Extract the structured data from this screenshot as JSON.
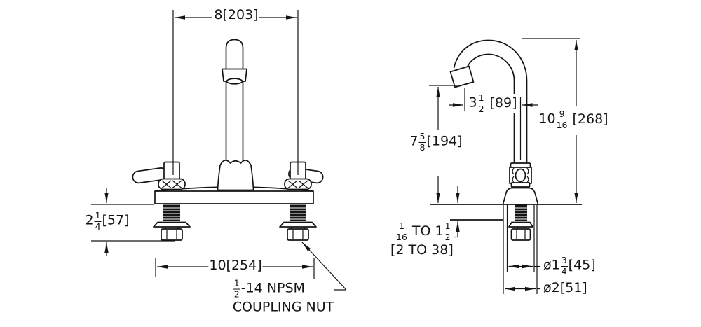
{
  "meta": {
    "type": "technical-dimension-drawing",
    "subject": "deck-mount faucet front view and gooseneck spout side view",
    "colors": {
      "line": "#141414",
      "background": "#ffffff"
    }
  },
  "labels": {
    "spout_spread": {
      "text": "8[203]"
    },
    "deck_span": {
      "text": "10[254]"
    },
    "shank_height": {
      "whole": "2",
      "num": "1",
      "den": "4",
      "metric": "[57]"
    },
    "coupling_nut": {
      "num": "1",
      "den": "2",
      "rest": "-14 NPSM",
      "line2": "COUPLING NUT"
    },
    "spout_reach": {
      "whole": "3",
      "num": "1",
      "den": "2",
      "metric": "[89]"
    },
    "outlet_height": {
      "whole": "7",
      "num": "5",
      "den": "8",
      "metric": "[194]"
    },
    "overall_height": {
      "whole": "10",
      "num": "9",
      "den": "16",
      "metric": "[268]"
    },
    "deck_thickness": {
      "f1num": "1",
      "f1den": "16",
      "mid": "TO",
      "whole": "1",
      "f2num": "1",
      "f2den": "2",
      "line2": "[2 TO 38]"
    },
    "flange_dia": {
      "pre": "ø1",
      "num": "3",
      "den": "4",
      "metric": "[45]"
    },
    "shank_dia": {
      "text": "ø2[51]"
    }
  }
}
